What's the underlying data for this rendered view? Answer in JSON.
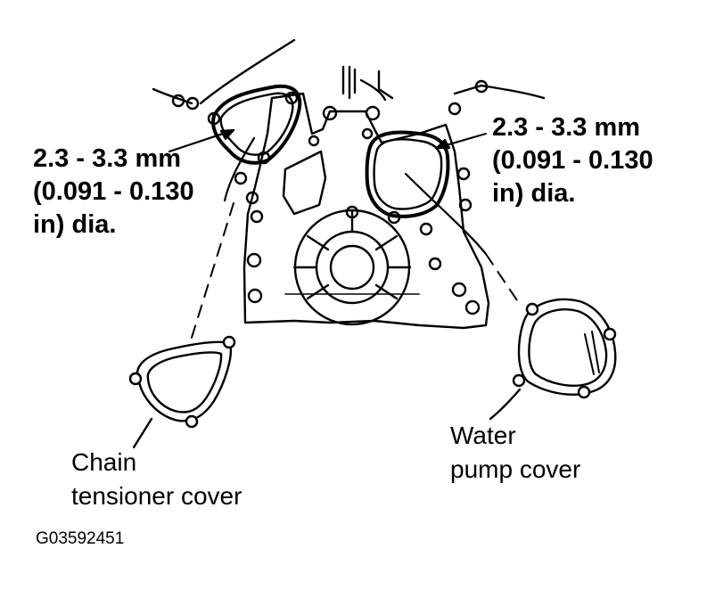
{
  "callouts": {
    "left_spec": [
      "2.3 - 3.3 mm",
      "(0.091 - 0.130",
      "in) dia."
    ],
    "right_spec": [
      "2.3 - 3.3 mm",
      "(0.091 - 0.130",
      "in) dia."
    ],
    "chain_tensioner": [
      "Chain",
      "tensioner cover"
    ],
    "water_pump": [
      "Water",
      "pump cover"
    ]
  },
  "figure_code": "G03592451",
  "colors": {
    "ink": "#000000",
    "paper": "#ffffff"
  }
}
